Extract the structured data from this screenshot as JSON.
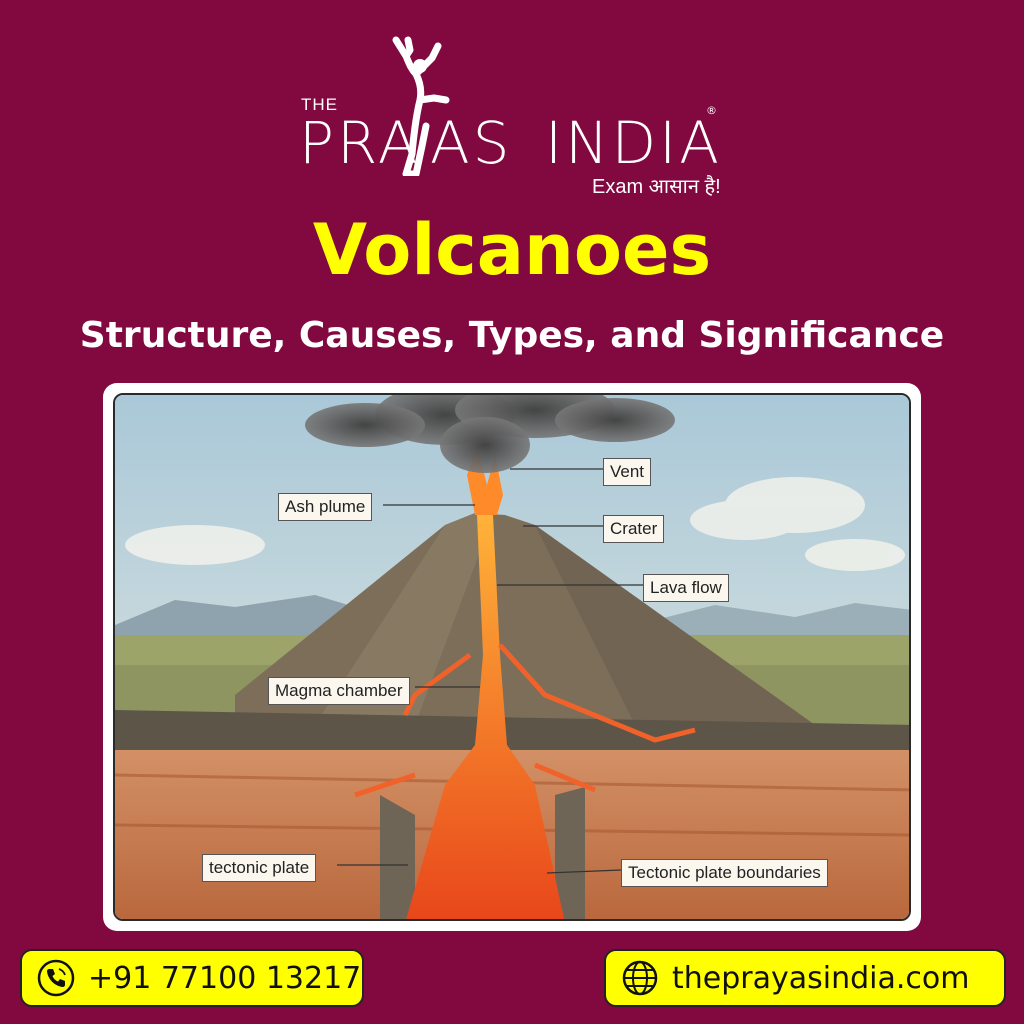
{
  "logo": {
    "the": "THE",
    "pra": "PRA",
    "as": "AS",
    "india": "INDIA",
    "registered": "®",
    "tagline": "Exam आसान है!"
  },
  "title": "Volcanoes",
  "subtitle": "Structure, Causes, Types, and Significance",
  "diagram": {
    "labels": {
      "vent": "Vent",
      "ash_plume": "Ash plume",
      "crater": "Crater",
      "lava_flow": "Lava flow",
      "magma_chamber": "Magma chamber",
      "tectonic_plate": "tectonic plate",
      "tectonic_plate_boundaries": "Tectonic plate boundaries"
    }
  },
  "contact": {
    "phone": "+91 77100 13217",
    "website": "theprayasindia.com",
    "phone_icon": "phone-icon",
    "web_icon": "globe-icon"
  },
  "colors": {
    "background": "#820840",
    "title": "#ffff00",
    "pill": "#ffff00"
  }
}
